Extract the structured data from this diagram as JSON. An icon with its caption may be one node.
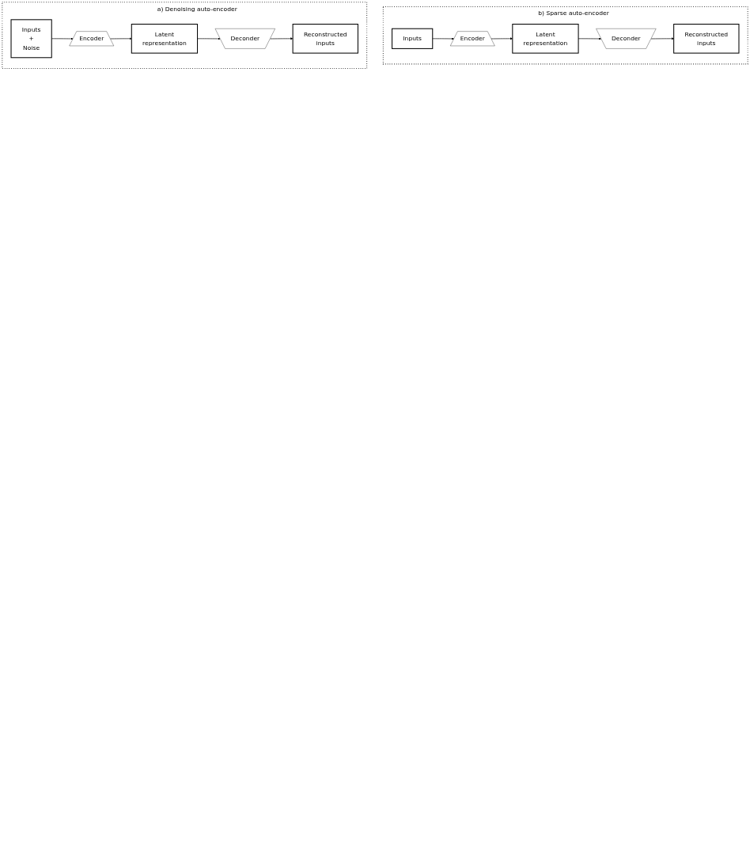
{
  "diagram": {
    "nodes": [
      {
        "text": [
          "a) Denoising auto-encoder"
        ]
      },
      {
        "text": [
          "Inputs + Noise"
        ],
        "in": 0
      },
      {
        "text": [
          "Encoder"
        ],
        "in": 0
      },
      {
        "text": [
          "Latent representation"
        ],
        "in": 0
      },
      {
        "text": [
          "Deconder"
        ],
        "in": 0
      },
      {
        "text": [
          "Reconstructed inputs"
        ],
        "in": 0
      },
      {
        "text": [
          "b) Sparse auto-encoder"
        ]
      },
      {
        "text": [
          "Inputs"
        ],
        "in": 6
      },
      {
        "text": [
          "Encoder"
        ],
        "in": 6
      },
      {
        "text": [
          "Latent representation"
        ],
        "in": 6
      },
      {
        "text": [
          "Deconder"
        ],
        "in": 6
      },
      {
        "text": [
          "Reconstructed inputs"
        ],
        "in": 6
      }
    ],
    "edges": [
      {
        "from": 1,
        "to": 2,
        "arrow": "to"
      },
      {
        "from": 2,
        "to": 3,
        "arrow": "to"
      },
      {
        "from": 3,
        "to": 4,
        "arrow": "to"
      },
      {
        "from": 4,
        "to": 5,
        "arrow": "to"
      },
      {
        "from": 7,
        "to": 8,
        "arrow": "to"
      },
      {
        "from": 8,
        "to": 9,
        "arrow": "to"
      },
      {
        "from": 9,
        "to": 10,
        "arrow": "to"
      },
      {
        "from": 10,
        "to": 11,
        "arrow": "to"
      }
    ]
  }
}
